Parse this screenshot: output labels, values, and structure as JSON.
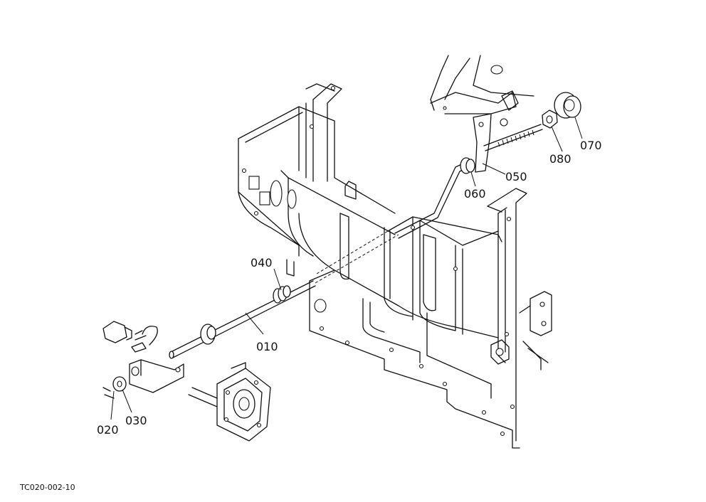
{
  "part_labels": {
    "p010": "010",
    "p020": "020",
    "p030": "030",
    "p040": "040",
    "p050": "050",
    "p060": "060",
    "p070": "070",
    "p080": "080"
  },
  "footer": {
    "code": "TC020-002-10"
  }
}
